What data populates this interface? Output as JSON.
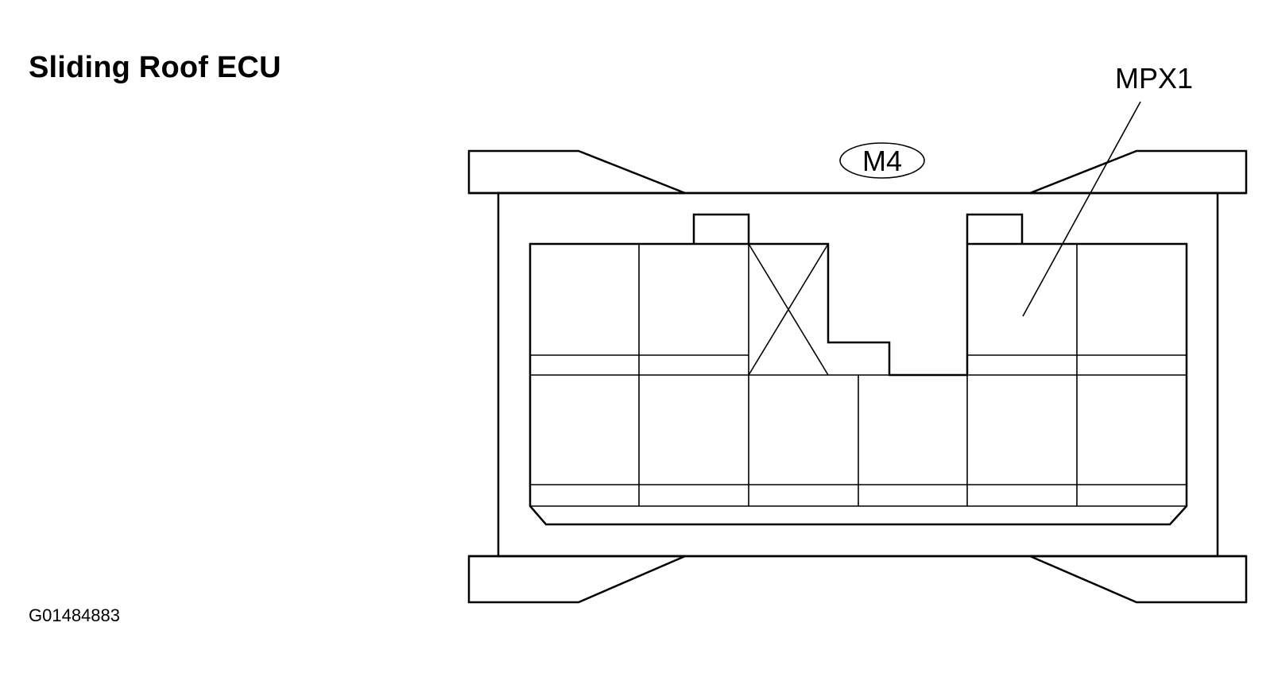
{
  "diagram": {
    "title": "Sliding Roof ECU",
    "connector_code": "M4",
    "connector_name": "MPX1",
    "figure_id": "G01484883"
  }
}
